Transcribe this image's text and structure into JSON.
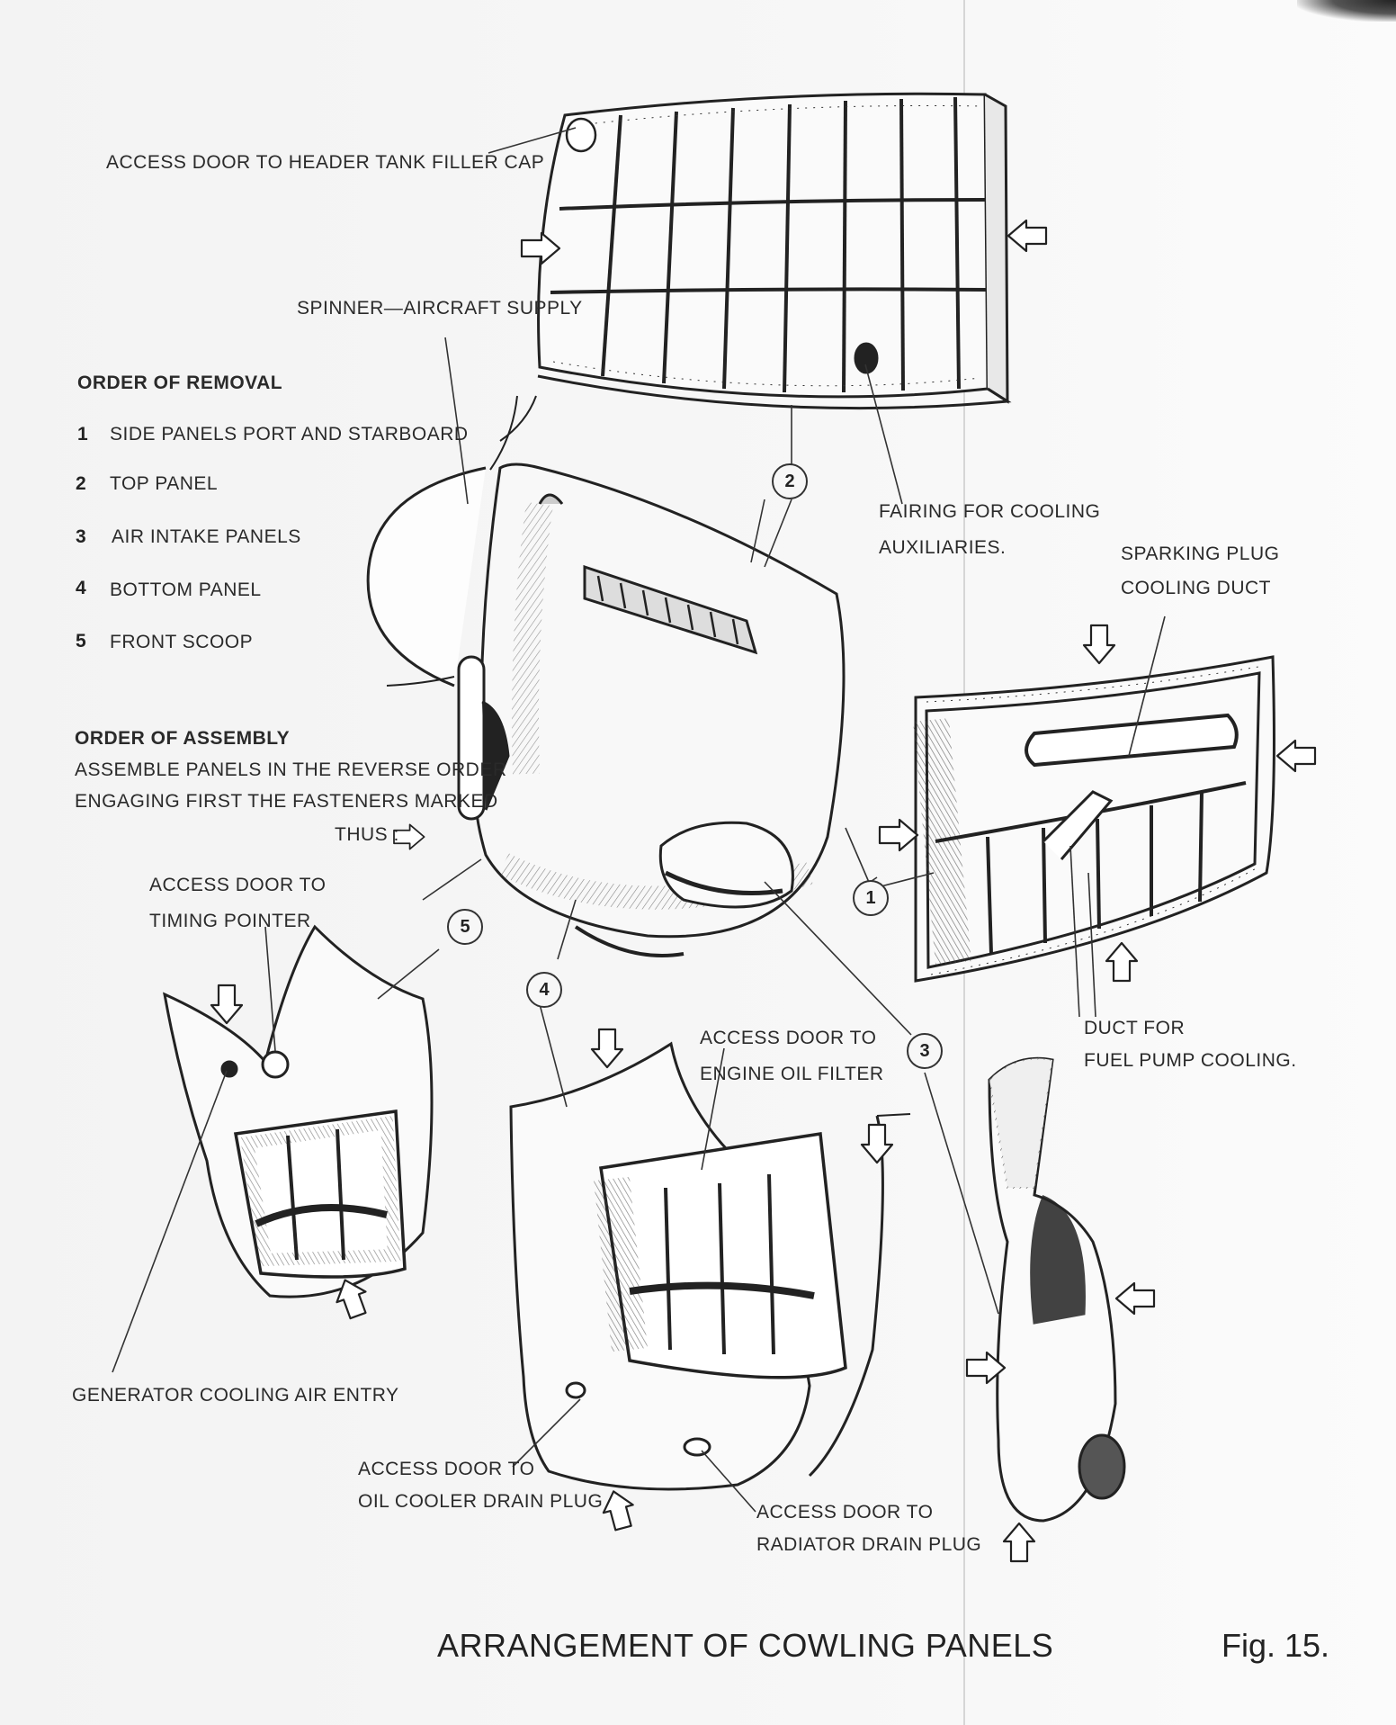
{
  "labels": {
    "header_tank": "ACCESS DOOR TO HEADER TANK FILLER CAP",
    "spinner": "SPINNER—AIRCRAFT SUPPLY",
    "fairing_line1": "FAIRING FOR COOLING",
    "fairing_line2": "AUXILIARIES.",
    "sparking_line1": "SPARKING PLUG",
    "sparking_line2": "COOLING DUCT",
    "timing_line1": "ACCESS DOOR TO",
    "timing_line2": "TIMING POINTER",
    "oil_filter_line1": "ACCESS DOOR TO",
    "oil_filter_line2": "ENGINE OIL FILTER",
    "fuel_pump_line1": "DUCT FOR",
    "fuel_pump_line2": "FUEL PUMP COOLING.",
    "generator": "GENERATOR COOLING AIR ENTRY",
    "oil_cooler_line1": "ACCESS DOOR TO",
    "oil_cooler_line2": "OIL COOLER DRAIN PLUG",
    "radiator_line1": "ACCESS DOOR TO",
    "radiator_line2": "RADIATOR DRAIN PLUG"
  },
  "removal": {
    "heading": "ORDER OF REMOVAL",
    "items": [
      {
        "num": "1",
        "text": "SIDE PANELS   PORT AND STARBOARD"
      },
      {
        "num": "2",
        "text": "TOP PANEL"
      },
      {
        "num": "3",
        "text": "AIR INTAKE PANELS"
      },
      {
        "num": "4",
        "text": "BOTTOM PANEL"
      },
      {
        "num": "5",
        "text": "FRONT SCOOP"
      }
    ]
  },
  "assembly": {
    "heading": "ORDER OF ASSEMBLY",
    "line1": "ASSEMBLE PANELS IN THE REVERSE ORDER",
    "line2": "ENGAGING FIRST THE FASTENERS MARKED",
    "line3": "THUS :"
  },
  "callouts": [
    "1",
    "2",
    "3",
    "4",
    "5"
  ],
  "title": "ARRANGEMENT OF COWLING PANELS",
  "figure": "Fig. 15.",
  "colors": {
    "ink": "#2a2a2a",
    "paper": "#f5f5f5",
    "shade": "#555555"
  }
}
